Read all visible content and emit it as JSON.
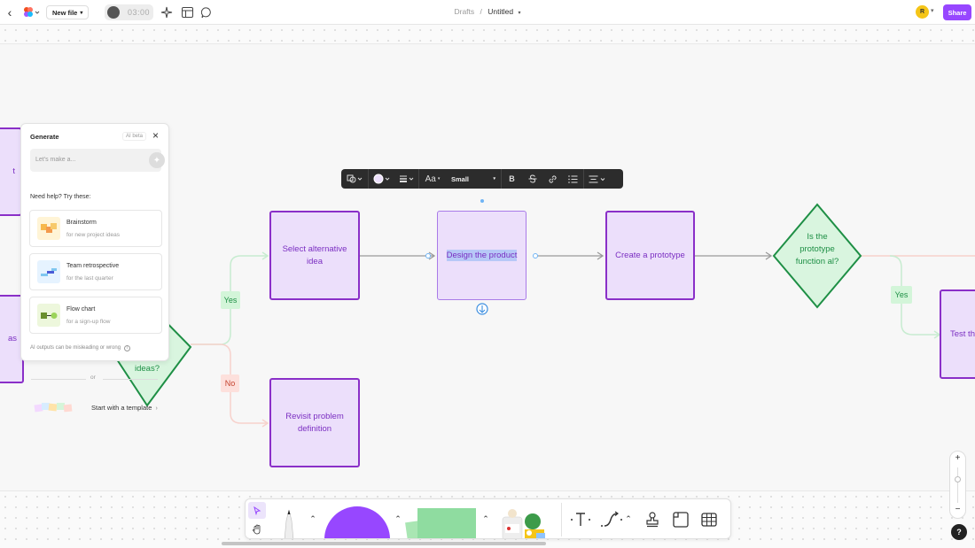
{
  "topbar": {
    "new_file_label": "New file",
    "timer": "03:00",
    "breadcrumb_parent": "Drafts",
    "breadcrumb_sep": "/",
    "file_title": "Untitled",
    "avatar_initial": "R",
    "share_label": "Share"
  },
  "flow": {
    "left_node_top_text": "t",
    "left_node_bottom_text": "as",
    "left_diamond_text": "ideas?",
    "select_alt": "Select alternative idea",
    "design_product": "Design the product",
    "create_prototype": "Create a prototype",
    "is_prototype_functional": "Is the prototype function al?",
    "test_node": "Test th",
    "revisit": "Revisit problem definition",
    "yes_label": "Yes",
    "no_label": "No",
    "yes_label_right": "Yes"
  },
  "format_toolbar": {
    "font_icon": "Aa",
    "size_value": "Small",
    "bold": "B"
  },
  "generate_panel": {
    "title": "Generate",
    "beta_badge": "AI beta",
    "input_placeholder": "Let's make a...",
    "help_text": "Need help? Try these:",
    "cards": [
      {
        "title": "Brainstorm",
        "subtitle": "for new project ideas"
      },
      {
        "title": "Team retrospective",
        "subtitle": "for the last quarter"
      },
      {
        "title": "Flow chart",
        "subtitle": "for a sign-up flow"
      }
    ],
    "disclaimer": "AI outputs can be misleading or wrong",
    "or_text": "or",
    "template_text": "Start with a template"
  },
  "zoom": {
    "plus": "+",
    "minus": "−"
  },
  "help_label": "?",
  "colors": {
    "accent": "#9747ff",
    "node_fill": "#ecdffb",
    "node_border": "#8a2fc8",
    "decision_border": "#1e8f45",
    "decision_fill": "#d9f5df",
    "yes_tag": "#d3f5d9",
    "no_tag": "#fde0dc"
  }
}
